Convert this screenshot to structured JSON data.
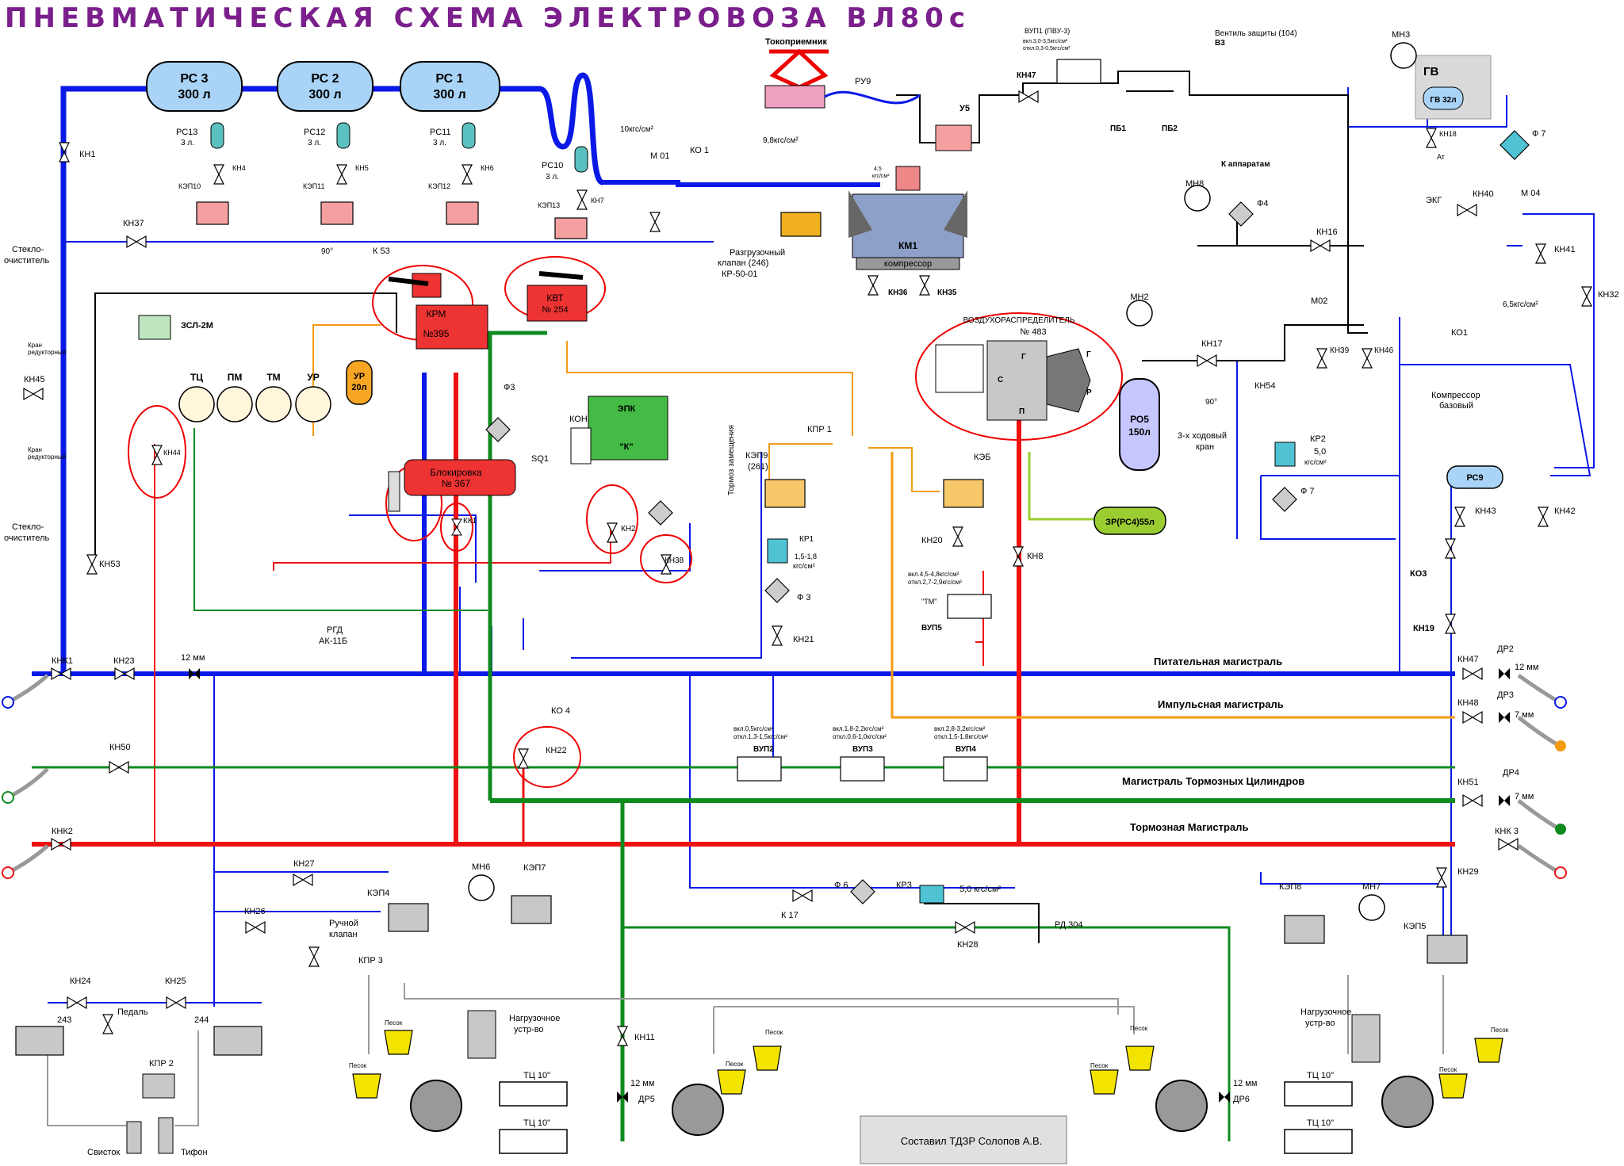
{
  "title": "ПНЕВМАТИЧЕСКАЯ СХЕМА ЭЛЕКТРОВОЗА ВЛ80с",
  "author_note": "Составил ТДЗР Солопов А.В.",
  "reservoirs": {
    "rc3": {
      "name": "РС 3",
      "vol": "300 л"
    },
    "rc2": {
      "name": "РС 2",
      "vol": "300 л"
    },
    "rc1": {
      "name": "РС 1",
      "vol": "300 л"
    },
    "ro5": {
      "name": "РО5",
      "vol": "150л"
    },
    "ur": {
      "name": "УР",
      "vol": "20л"
    },
    "rc9": "РС9",
    "zr": "ЗР(РС4)55л",
    "gv": "ГВ",
    "gv32": "ГВ 32л"
  },
  "mains": {
    "supply": "Питательная магистраль",
    "impulse": "Импульсная магистраль",
    "cylinders": "Магистраль Тормозных Цилиндров",
    "brake": "Тормозная Магистраль"
  },
  "devices": {
    "krm": {
      "name": "КРМ",
      "num": "№395"
    },
    "kvt": {
      "name": "КВТ",
      "num": "№ 254"
    },
    "blok": {
      "name": "Блокировка",
      "num": "№ 367"
    },
    "epk": "ЭПК",
    "epk_k": "\"К\"",
    "kon": "КОН",
    "vr_title": "ВОЗДУХОРАСПРЕДЕЛИТЕЛЬ",
    "vr_num": "№ 483",
    "km1": "КМ1",
    "compressor": "компрессор",
    "tokopriemnik": "Токоприемник",
    "ru9": "РУ9",
    "u5": "У5",
    "vup1": "ВУП1 (ПВУ-3)",
    "vup1_on": "вкл.3,0-3,5кгс/см²",
    "vup1_off": "откл.0,3-0,5кгс/см²",
    "pb1": "ПБ1",
    "pb2": "ПБ2",
    "v3_title": "Вентиль защиты (104)",
    "v3": "В3",
    "k_apparatam": "К аппаратам",
    "f4": "Ф4",
    "zsl": "ЗСЛ-2М",
    "gauge_tc": "ТЦ",
    "gauge_pm": "ПМ",
    "gauge_tm": "ТМ",
    "gauge_ur": "УР",
    "k53": "К 53",
    "deg90": "90°",
    "f3": "Ф3",
    "sq1": "SQ1",
    "kk1": "КК1",
    "razgr1": "Разгрузочный",
    "razgr2": "клапан (246)",
    "razgr3": "КР-50-01",
    "m01": "М 01",
    "ko1": "КО 1",
    "p10": "10кгс/см²",
    "p98": "9,8кгс/см²",
    "p45": "4,5",
    "p45u": "кгс/см²",
    "kn36": "КН36",
    "kn35": "КН35",
    "rc10": "РС10",
    "rc10v": "3 л.",
    "kep13": "КЭП13",
    "kn7": "КН7",
    "tormoz_zam": "Тормоз замещения",
    "kep9": "КЭП9",
    "kep9n": "(261)",
    "kpr1": "КПР 1",
    "kr1": "КР1",
    "kr1p": "1,5-1,8",
    "kr1u": "кгс/см²",
    "f3b": "Ф 3",
    "kn21": "КН21",
    "keb": "КЭБ",
    "kn20": "КН20",
    "kn8": "КН8",
    "vup5_on": "вкл.4,5-4,8кгс/см²",
    "vup5_off": "откл.2,7-2,9кгс/см²",
    "tm_q": "\"ТМ\"",
    "vup5": "ВУП5",
    "mn2": "МН2",
    "mn3": "МН3",
    "mn8": "МН8",
    "kn16": "КН16",
    "kn17": "КН17",
    "deg90b": "90°",
    "kn54": "КН54",
    "hod1": "3-х ходовый",
    "hod2": "кран",
    "m02": "М02",
    "kn39": "КН39",
    "kn46": "КН46",
    "kr2": "КР2",
    "kr2p": "5,0",
    "kr2u": "кгс/см²",
    "f7b": "Ф 7",
    "ko3": "КО3",
    "kn19": "КН19",
    "kn18": "КН18",
    "at": "Ат",
    "f7": "Ф 7",
    "ekg": "ЭКГ",
    "kn40": "КН40",
    "m04": "М 04",
    "kn41": "КН41",
    "kn32": "КН32",
    "p65": "6,5кгс/см²",
    "ko1b": "КО1",
    "komp_baz1": "Компрессор",
    "komp_baz2": "базовый",
    "kn43": "КН43",
    "kn42": "КН42",
    "kn1": "КН1",
    "kn37": "КН37",
    "rc13": "РС13",
    "rc12": "РС12",
    "rc11": "РС11",
    "v3l": "3 л.",
    "kn4": "КН4",
    "kn5": "КН5",
    "kn6": "КН6",
    "kep10": "КЭП10",
    "kep11": "КЭП11",
    "kep12": "КЭП12",
    "steklo1": "Стекло-",
    "steklo2": "очиститель",
    "kran": "Кран",
    "redukt": "редукторный",
    "kn45": "КН45",
    "kn44": "КН44",
    "kn53": "КН53",
    "kn2": "КН2",
    "kn38": "КН38",
    "rgd1": "РГД",
    "rgd2": "АК-11Б",
    "knk1": "КНК1",
    "kn23": "КН23",
    "mm12": "12 мм",
    "kn47": "КН47",
    "dr2": "ДР2",
    "mm12b": "12 мм",
    "kn48": "КН48",
    "dr3": "ДР3",
    "mm7": "7 мм",
    "ko4": "КО 4",
    "kn22": "КН22",
    "kn50": "КН50",
    "vup2_on": "вкл.0,5кгс/см²",
    "vup2_off": "откл.1,3-1,5кгс/см²",
    "vup3_on": "вкл.1,8-2,2кгс/см²",
    "vup3_off": "откл.0,6-1,0кгс/см²",
    "vup4_on": "вкл.2,8-3,2кгс/см²",
    "vup4_off": "откл.1,5-1,8кгс/см²",
    "vup2": "ВУП2",
    "vup3": "ВУП3",
    "vup4": "ВУП4",
    "kn51": "КН51",
    "dr4": "ДР4",
    "mm7b": "7 мм",
    "knk2": "КНК2",
    "knk3": "КНК 3",
    "kn29": "КН29",
    "kn27": "КН27",
    "kep4": "КЭП4",
    "mn6": "МН6",
    "kep7": "КЭП7",
    "k17": "К 17",
    "f6": "Ф 6",
    "kr3": "КР3",
    "p50": "5,0 кгс/см²",
    "kn28": "КН28",
    "rd304": "РД 304",
    "kep8": "КЭП8",
    "mn7": "МН7",
    "kep5": "КЭП5",
    "kn26": "КН26",
    "ruch1": "Ручной",
    "ruch2": "клапан",
    "kpr3": "КПР 3",
    "kn24": "КН24",
    "kn25": "КН25",
    "n243": "243",
    "n244": "244",
    "pedal": "Педаль",
    "kpr2": "КПР 2",
    "svistok": "Свисток",
    "tifon": "Тифон",
    "nagr1": "Нагрузочное",
    "nagr2": "устр-во",
    "kn11": "КН11",
    "mm12c": "12 мм",
    "dr5": "ДР5",
    "mm12d": "12 мм",
    "dr6": "ДР6",
    "tc10": "ТЦ 10\"",
    "pesok": "Песок"
  },
  "colors": {
    "supply": "#0a19e6",
    "brake": "#ee1111",
    "cylinders": "#0f8a1f",
    "impulse": "#f39c12",
    "title": "#7a1f8c",
    "reservoir": "#a9d4f7"
  }
}
